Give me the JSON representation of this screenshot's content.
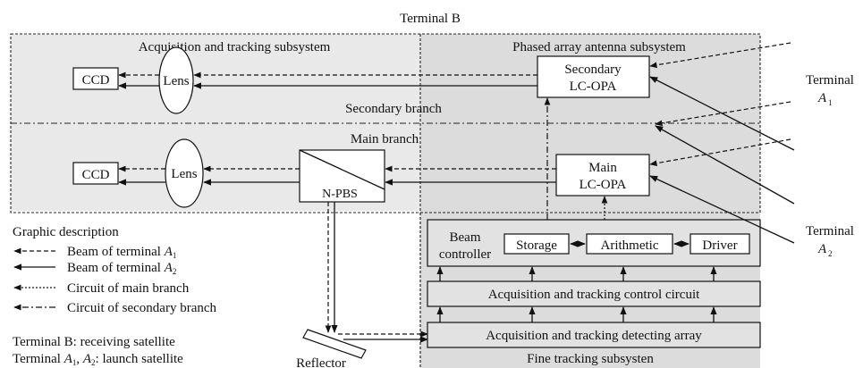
{
  "terminal_b_title": "Terminal B",
  "acq_subsystem": "Acquisition and tracking subsystem",
  "pa_subsystem": "Phased array antenna subsystem",
  "secondary_branch": "Secondary branch",
  "main_branch": "Main branch",
  "fine_tracking": "Fine tracking subsysten",
  "ccd": "CCD",
  "lens": "Lens",
  "npbs": "N-PBS",
  "secondary_lcopa_line1": "Secondary",
  "secondary_lcopa_line2": "LC-OPA",
  "main_lcopa_line1": "Main",
  "main_lcopa_line2": "LC-OPA",
  "beam_controller_line1": "Beam",
  "beam_controller_line2": "controller",
  "storage": "Storage",
  "arithmetic": "Arithmetic",
  "driver": "Driver",
  "control_circuit": "Acquisition and tracking control circuit",
  "detecting_array": "Acquisition and tracking detecting array",
  "reflector": "Reflector",
  "terminal_a1_label": "Terminal",
  "terminal_a1_sym": "A",
  "terminal_a1_sub": "1",
  "terminal_a2_label": "Terminal",
  "terminal_a2_sym": "A",
  "terminal_a2_sub": "2",
  "legend": {
    "title": "Graphic description",
    "beam_a1_pre": "Beam of terminal ",
    "beam_a1_sym": "A",
    "beam_a1_sub": "1",
    "beam_a2_pre": "Beam of terminal ",
    "beam_a2_sym": "A",
    "beam_a2_sub": "2",
    "circuit_main": "Circuit of main branch",
    "circuit_secondary": "Circuit of secondary branch",
    "note_b": "Terminal B: receiving satellite",
    "note_a_pre": "Terminal ",
    "note_a_sym1": "A",
    "note_a_sub1": "1",
    "note_a_sep": ", ",
    "note_a_sym2": "A",
    "note_a_sub2": "2",
    "note_a_post": ": launch satellite"
  }
}
